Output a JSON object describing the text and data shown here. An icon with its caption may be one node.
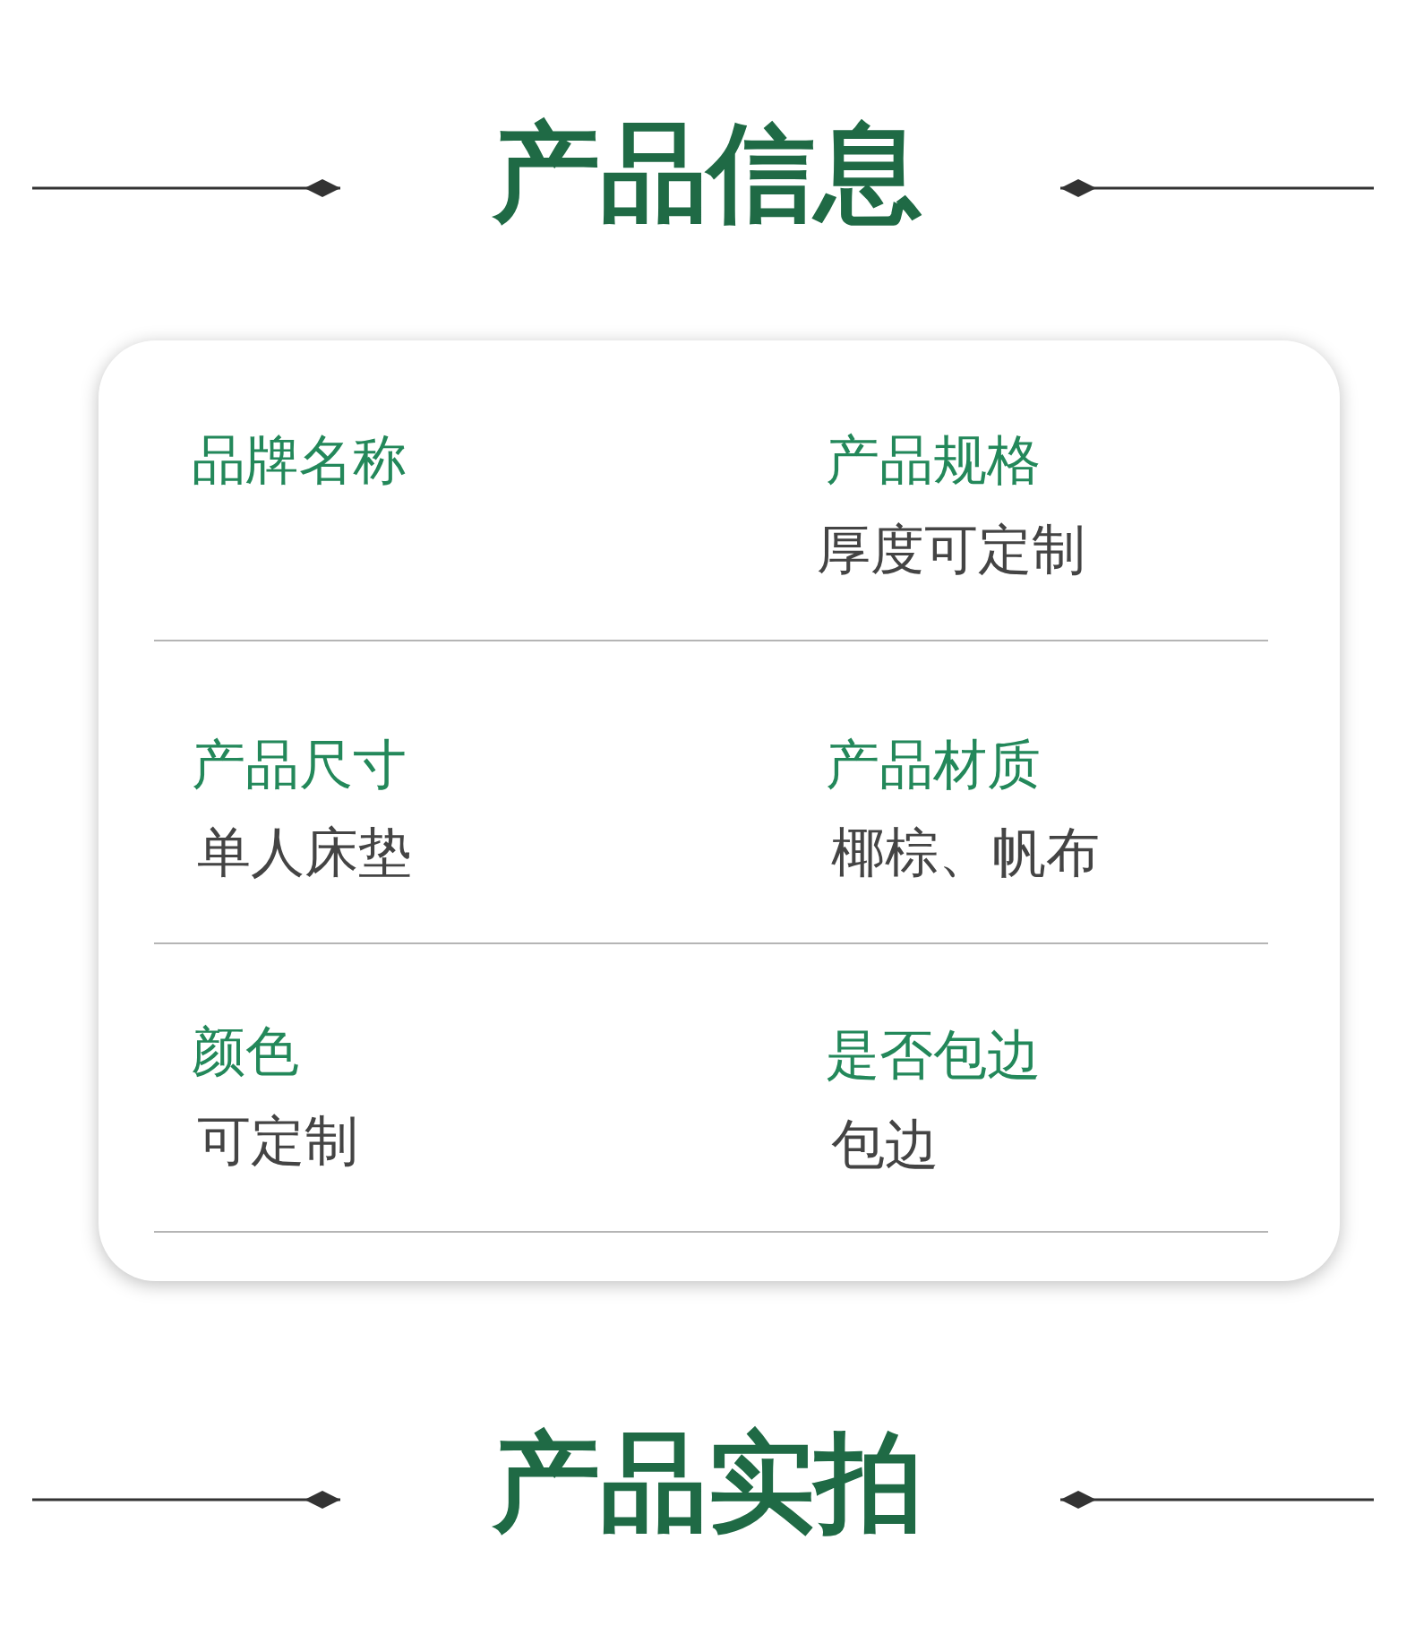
{
  "diagram": {
    "title": "产品信息",
    "labels": [
      "品牌名称",
      "产品规格",
      "厚度可定制",
      "产品尺寸",
      "产品材质",
      "单人床垫",
      "椰棕、帆布",
      "颜色",
      "是否包边",
      "可定制",
      "包边",
      "产品实拍"
    ]
  }
}
